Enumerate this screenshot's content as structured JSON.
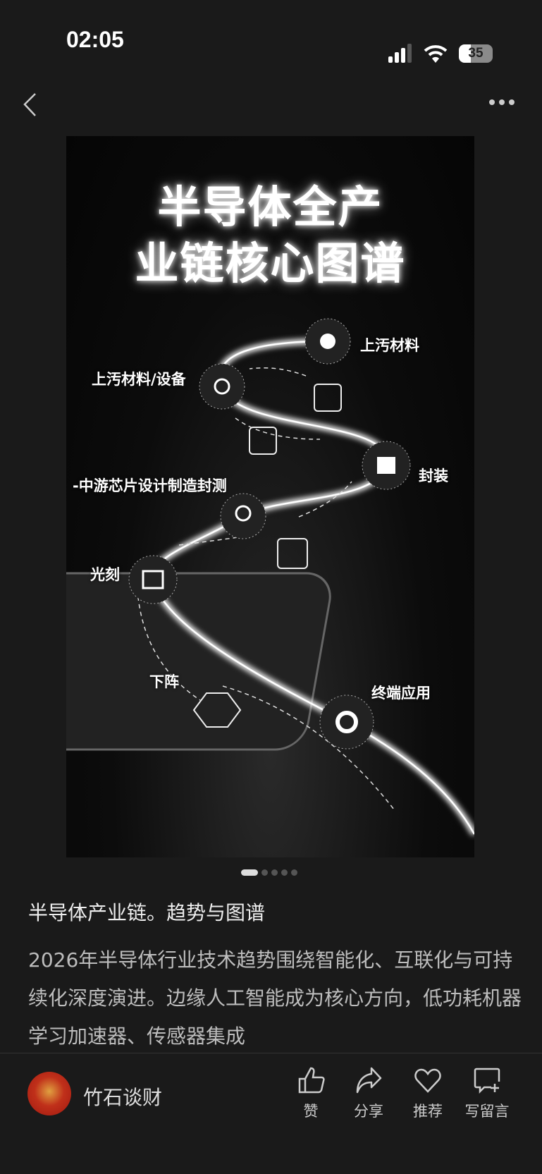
{
  "status_bar": {
    "time": "02:05",
    "battery": "35"
  },
  "nav": {
    "back": "back",
    "more": "more"
  },
  "hero": {
    "title_line1": "半导体全产",
    "title_line2": "业链核心图谱",
    "labels": [
      "上汚材料",
      "上汚材料/设备",
      "封装",
      "-中游芯片设计制造封测",
      "光刻",
      "下阵",
      "终端应用"
    ]
  },
  "carousel": {
    "count": 5,
    "active": 0
  },
  "post": {
    "title": "半导体产业链。趋势与图谱",
    "body": "2026年半导体行业技术趋势围绕智能化、互联化与可持续化深度演进。边缘人工智能成为核心方向，低功耗机器学习加速器、传感器集成"
  },
  "footer": {
    "author": "竹石谈财",
    "actions": [
      "赞",
      "分享",
      "推荐",
      "写留言"
    ]
  }
}
